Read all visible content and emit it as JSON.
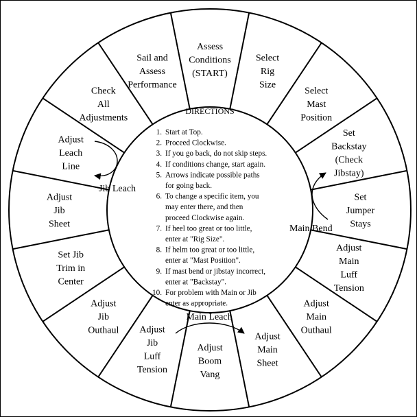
{
  "segments": [
    {
      "id": "assess",
      "lines": [
        "Assess",
        "Conditions",
        "(START)"
      ]
    },
    {
      "id": "select-rig",
      "lines": [
        "Select",
        "Rig",
        "Size"
      ]
    },
    {
      "id": "select-mast",
      "lines": [
        "Select",
        "Mast",
        "Position"
      ]
    },
    {
      "id": "set-backstay",
      "lines": [
        "Set",
        "Backstay",
        "(Check",
        "Jibstay)"
      ]
    },
    {
      "id": "set-jumper",
      "lines": [
        "Set",
        "Jumper",
        "Stays"
      ]
    },
    {
      "id": "adjust-main-luff",
      "lines": [
        "Adjust",
        "Main",
        "Luff",
        "Tension"
      ]
    },
    {
      "id": "adjust-main-outhaul",
      "lines": [
        "Adjust",
        "Main",
        "Outhaul"
      ]
    },
    {
      "id": "adjust-main-sheet",
      "lines": [
        "Adjust",
        "Main",
        "Sheet"
      ]
    },
    {
      "id": "adjust-boom-vang",
      "lines": [
        "Adjust",
        "Boom",
        "Vang"
      ]
    },
    {
      "id": "adjust-jib-luff",
      "lines": [
        "Adjust",
        "Jib",
        "Luff",
        "Tension"
      ]
    },
    {
      "id": "adjust-jib-outhaul",
      "lines": [
        "Adjust",
        "Jib",
        "Outhaul"
      ]
    },
    {
      "id": "set-jib-trim",
      "lines": [
        "Set Jib",
        "Trim in",
        "Center"
      ]
    },
    {
      "id": "adjust-jib-sheet",
      "lines": [
        "Adjust",
        "Jib",
        "Sheet"
      ]
    },
    {
      "id": "adjust-leach-line",
      "lines": [
        "Adjust",
        "Leach",
        "Line"
      ]
    },
    {
      "id": "check-all",
      "lines": [
        "Check",
        "All",
        "Adjustments"
      ]
    },
    {
      "id": "sail-performance",
      "lines": [
        "Sail and",
        "Assess",
        "Performance"
      ]
    }
  ],
  "directions": {
    "title": "DIRECTIONS",
    "items": [
      {
        "num": "1.",
        "lines": [
          "Start at Top."
        ]
      },
      {
        "num": "2.",
        "lines": [
          "Proceed Clockwise."
        ]
      },
      {
        "num": "3.",
        "lines": [
          "If you go back, do not skip steps."
        ]
      },
      {
        "num": "4.",
        "lines": [
          "If conditions change, start again."
        ]
      },
      {
        "num": "5.",
        "lines": [
          "Arrows indicate possible paths",
          "for going back."
        ]
      },
      {
        "num": "6.",
        "lines": [
          "To change a specific item, you",
          "may enter there, and then",
          "proceed Clockwise again."
        ]
      },
      {
        "num": "7.",
        "lines": [
          "If heel too great or too little,",
          "enter at \"Rig Size\"."
        ]
      },
      {
        "num": "8.",
        "lines": [
          "If helm too great or too little,",
          "enter at \"Mast Position\"."
        ]
      },
      {
        "num": "9.",
        "lines": [
          "If mast bend or jibstay incorrect,",
          "enter at \"Backstay\"."
        ]
      },
      {
        "num": "10.",
        "lines": [
          "For problem with Main or Jib",
          "enter as appropriate."
        ]
      }
    ]
  },
  "arrows": {
    "jib_leach": "Jib Leach",
    "main_bend": "Main Bend",
    "main_leach": "Main Leach"
  }
}
